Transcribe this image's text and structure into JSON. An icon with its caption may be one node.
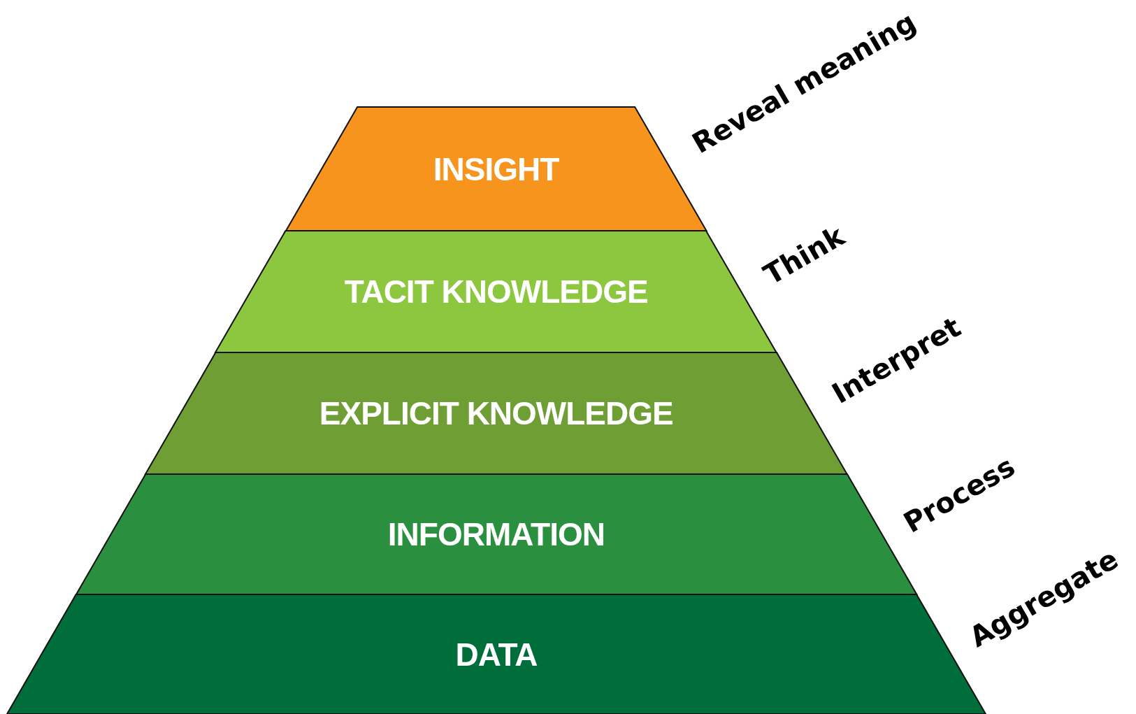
{
  "diagram": {
    "nodes": [
      {
        "text": [
          "INSIGHT"
        ]
      },
      {
        "text": [
          "TACIT KNOWLEDGE"
        ]
      },
      {
        "text": [
          "EXPLICIT KNOWLEDGE"
        ]
      },
      {
        "text": [
          "INFORMATION"
        ]
      },
      {
        "text": [
          "DATA"
        ]
      }
    ],
    "labels": [
      "Reveal meaning",
      "Think",
      "Interpret",
      "Process",
      "Aggregate"
    ]
  }
}
